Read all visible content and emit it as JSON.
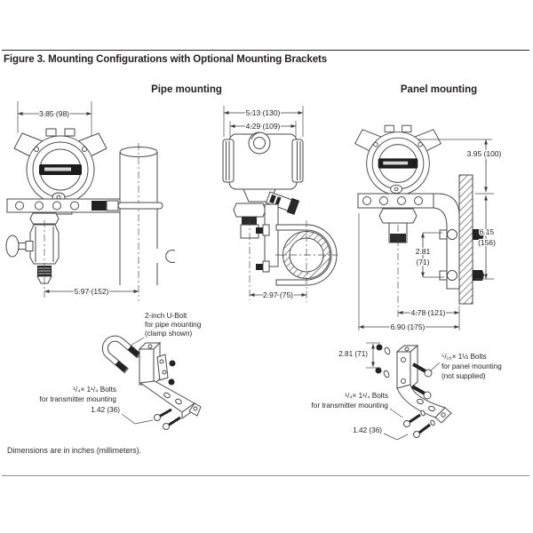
{
  "colors": {
    "line": "#4a4a4a",
    "dark_fill": "#222222",
    "text": "#231f20"
  },
  "page": {
    "title": "Figure 3. Mounting Configurations with Optional Mounting Brackets",
    "footnote": "Dimensions are in inches (millimeters)."
  },
  "sections": {
    "pipe_heading": "Pipe mounting",
    "panel_heading": "Panel mounting"
  },
  "pipe_front": {
    "width": "3.85 (98)",
    "offset": "5.97 (152)"
  },
  "side_view": {
    "overall_width": "5.13 (130)",
    "housing_width": "4.29 (109)",
    "depth": "2.97 (75)"
  },
  "panel_view": {
    "top_height": "3.95 (100)",
    "bolt_span_1": "2.81",
    "bolt_span_2": "(71)",
    "bracket_height_1": "6.15",
    "bracket_height_2": "(156)",
    "depth": "4.78 (121)",
    "overall_depth": "6.90 (175)"
  },
  "pipe_detail": {
    "ubolt_1": "2-inch U-Bolt",
    "ubolt_2": "for pipe mounting",
    "ubolt_3": "(clamp shown)",
    "bolts_1": "¹/₄× 1¹/₄ Bolts",
    "bolts_2": "for transmitter mounting",
    "bolt_len": "1.42 (36)"
  },
  "panel_detail": {
    "hole_span": "2.81 (71)",
    "panel_bolts_1": "⁵/₁₆× 1½ Bolts",
    "panel_bolts_2": "for panel mounting",
    "panel_bolts_3": "(not supplied)",
    "bolts_1": "¹/₄× 1¹/₄ Bolts",
    "bolts_2": "for transmitter mounting",
    "bolt_len": "1.42 (36)"
  }
}
